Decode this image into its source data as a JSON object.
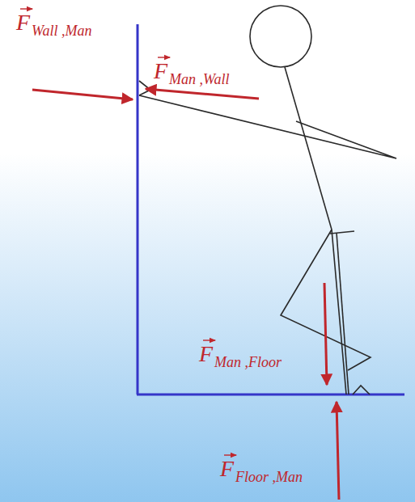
{
  "diagram": {
    "labels": [
      "F",
      "Wall ,Man",
      "F",
      "Man ,Wall",
      "F",
      "Man ,Floor",
      "F",
      "Floor ,Man"
    ]
  }
}
